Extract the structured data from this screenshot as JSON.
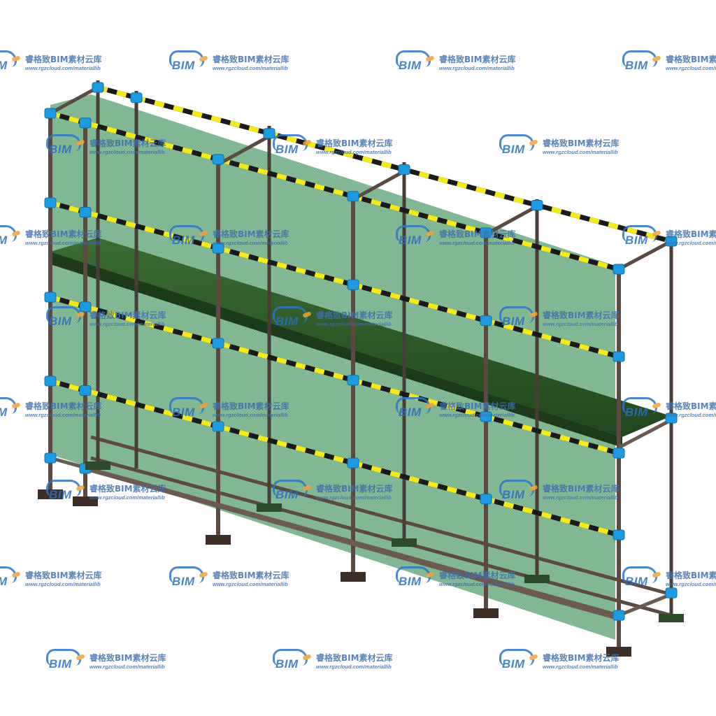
{
  "watermark": {
    "title": "睿格致BIM素材云库",
    "url": "www.rgzcloud.com/materiallib",
    "logo_text": "BIM"
  },
  "colors": {
    "mesh": "#6fae80",
    "pipe": "#5a4a42",
    "clamp": "#1e9be0",
    "stripe_yellow": "#f4ea1a",
    "stripe_black": "#1a1a1a",
    "base_plate": "#3e2e28",
    "board": "#2f5a2a"
  }
}
